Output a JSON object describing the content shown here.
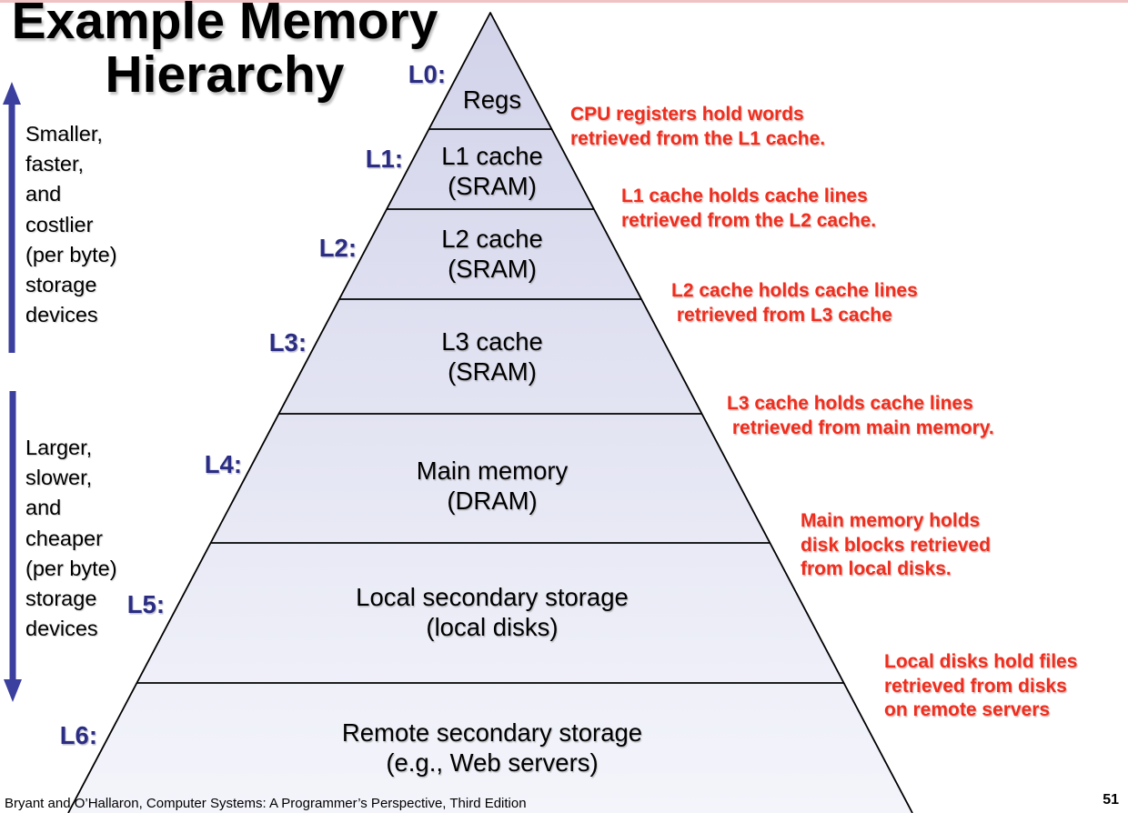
{
  "slide": {
    "title": "Example Memory\nHierarchy",
    "footer": "Bryant and O’Hallaron, Computer Systems: A Programmer’s Perspective, Third Edition",
    "page_number": "51"
  },
  "left_notes": {
    "smaller": {
      "text": "Smaller,\nfaster,\nand\ncostlier\n(per byte)\nstorage\ndevices",
      "arrow_icon": "up-arrow"
    },
    "larger": {
      "text": "Larger,\nslower,\nand\ncheaper\n(per byte)\nstorage\ndevices",
      "arrow_icon": "down-arrow"
    }
  },
  "pyramid": {
    "levels": [
      {
        "tag": "L0:",
        "label": "Regs"
      },
      {
        "tag": "L1:",
        "label": "L1 cache\n(SRAM)"
      },
      {
        "tag": "L2:",
        "label": "L2 cache\n(SRAM)"
      },
      {
        "tag": "L3:",
        "label": "L3 cache\n(SRAM)"
      },
      {
        "tag": "L4:",
        "label": "Main memory\n(DRAM)"
      },
      {
        "tag": "L5:",
        "label": "Local secondary storage\n(local disks)"
      },
      {
        "tag": "L6:",
        "label": "Remote secondary storage\n(e.g., Web servers)"
      }
    ]
  },
  "annotations": [
    {
      "text": "CPU registers hold words\nretrieved from the L1 cache."
    },
    {
      "text": "L1 cache holds cache lines\nretrieved from the L2 cache."
    },
    {
      "text": "L2 cache holds cache lines\n retrieved from L3 cache"
    },
    {
      "text": "L3 cache holds cache lines\n retrieved from main memory."
    },
    {
      "text": "Main memory holds\ndisk blocks retrieved\nfrom local disks."
    },
    {
      "text": "Local disks hold files\nretrieved from disks\non remote servers"
    }
  ],
  "colors": {
    "level_tag_navy": "#2b2d84",
    "annotation_red": "#ee2e1e",
    "arrow_blue": "#3b3f9e",
    "pyramid_fill_top": "#d2d3ea",
    "pyramid_fill_bottom": "#f4f5fb",
    "pyramid_stroke": "#000000",
    "top_border_pink": "#efc3c3"
  }
}
